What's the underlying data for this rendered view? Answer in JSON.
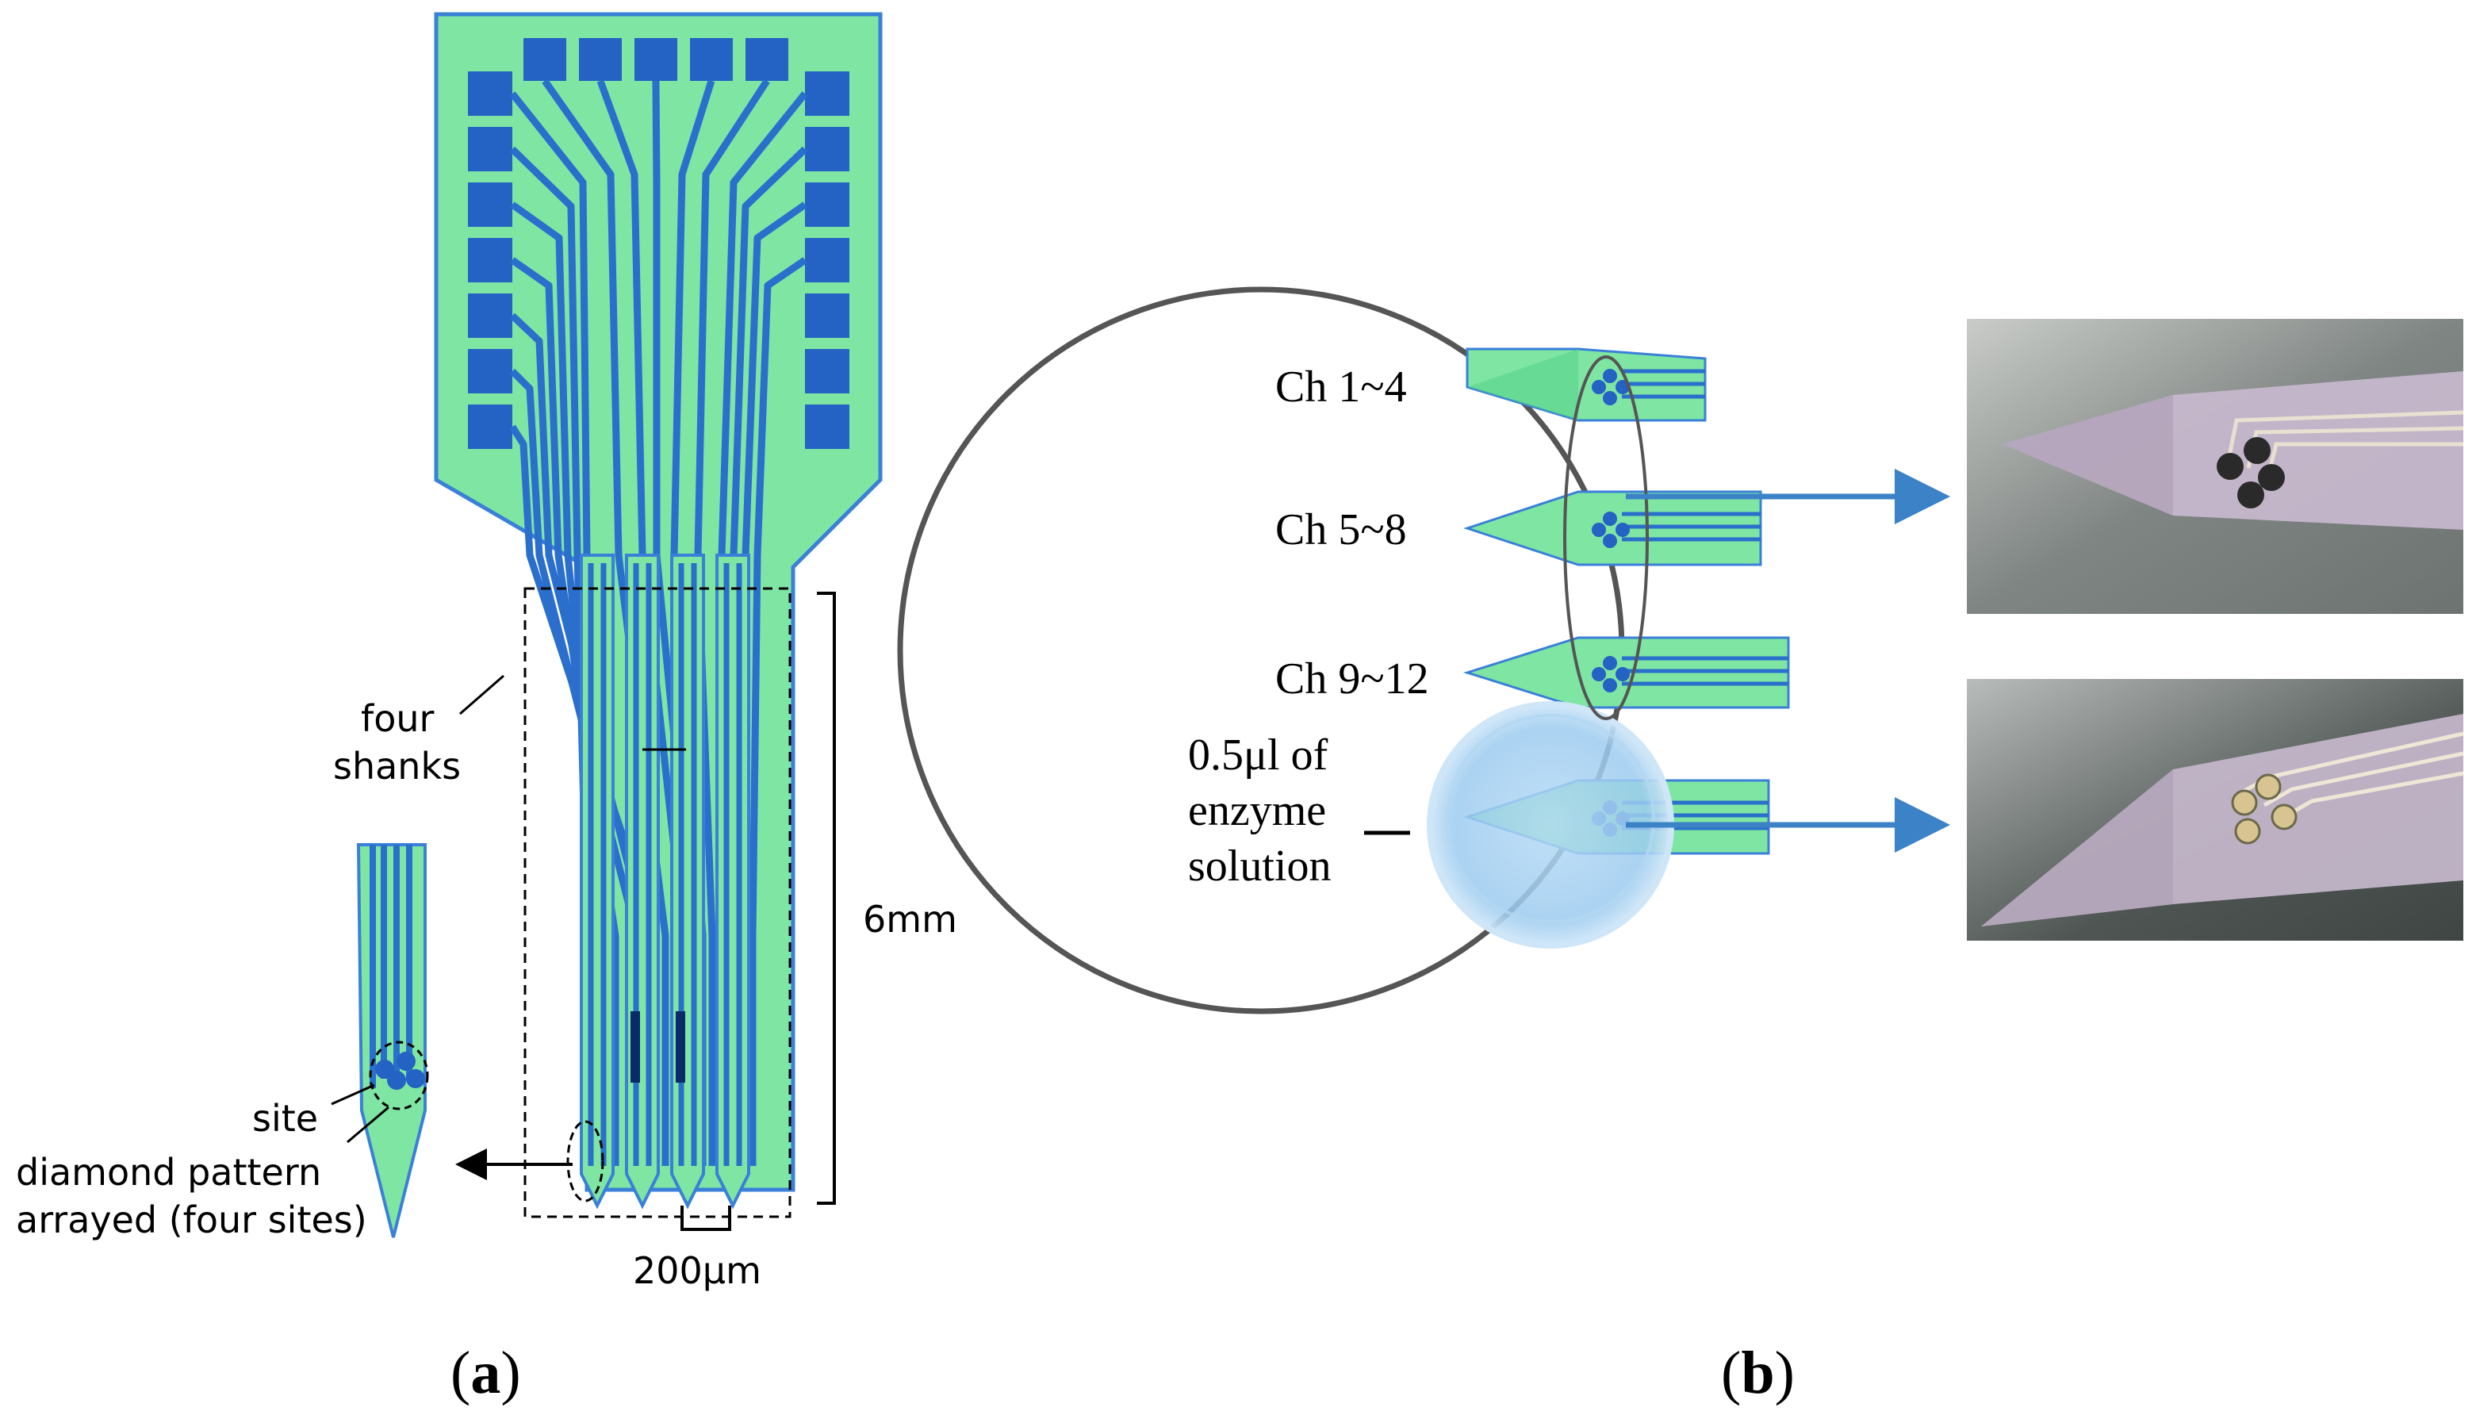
{
  "panel_a": {
    "caption_open": "(",
    "caption_letter": "a",
    "caption_close": ")",
    "label_four": "four",
    "label_shanks": "shanks",
    "label_length": "6mm",
    "label_pitch": "200μm",
    "label_site": "site",
    "label_diamond_1": "diamond pattern",
    "label_diamond_2": "arrayed (four sites)"
  },
  "panel_b": {
    "caption_open": "(",
    "caption_letter": "b",
    "caption_close": ")",
    "channels": [
      "Ch 1~4",
      "Ch 5~8",
      "Ch 9~12"
    ],
    "enzyme_1": "0.5μl of",
    "enzyme_2": "enzyme",
    "enzyme_3": "solution"
  },
  "colors": {
    "substrate_green": "#7ee6a2",
    "trace_blue": "#2a6fcc",
    "pad_blue": "#2462c4",
    "arrow_blue": "#3b82c6",
    "circle_gray": "#555555",
    "droplet_blue": "#9ccbef"
  }
}
